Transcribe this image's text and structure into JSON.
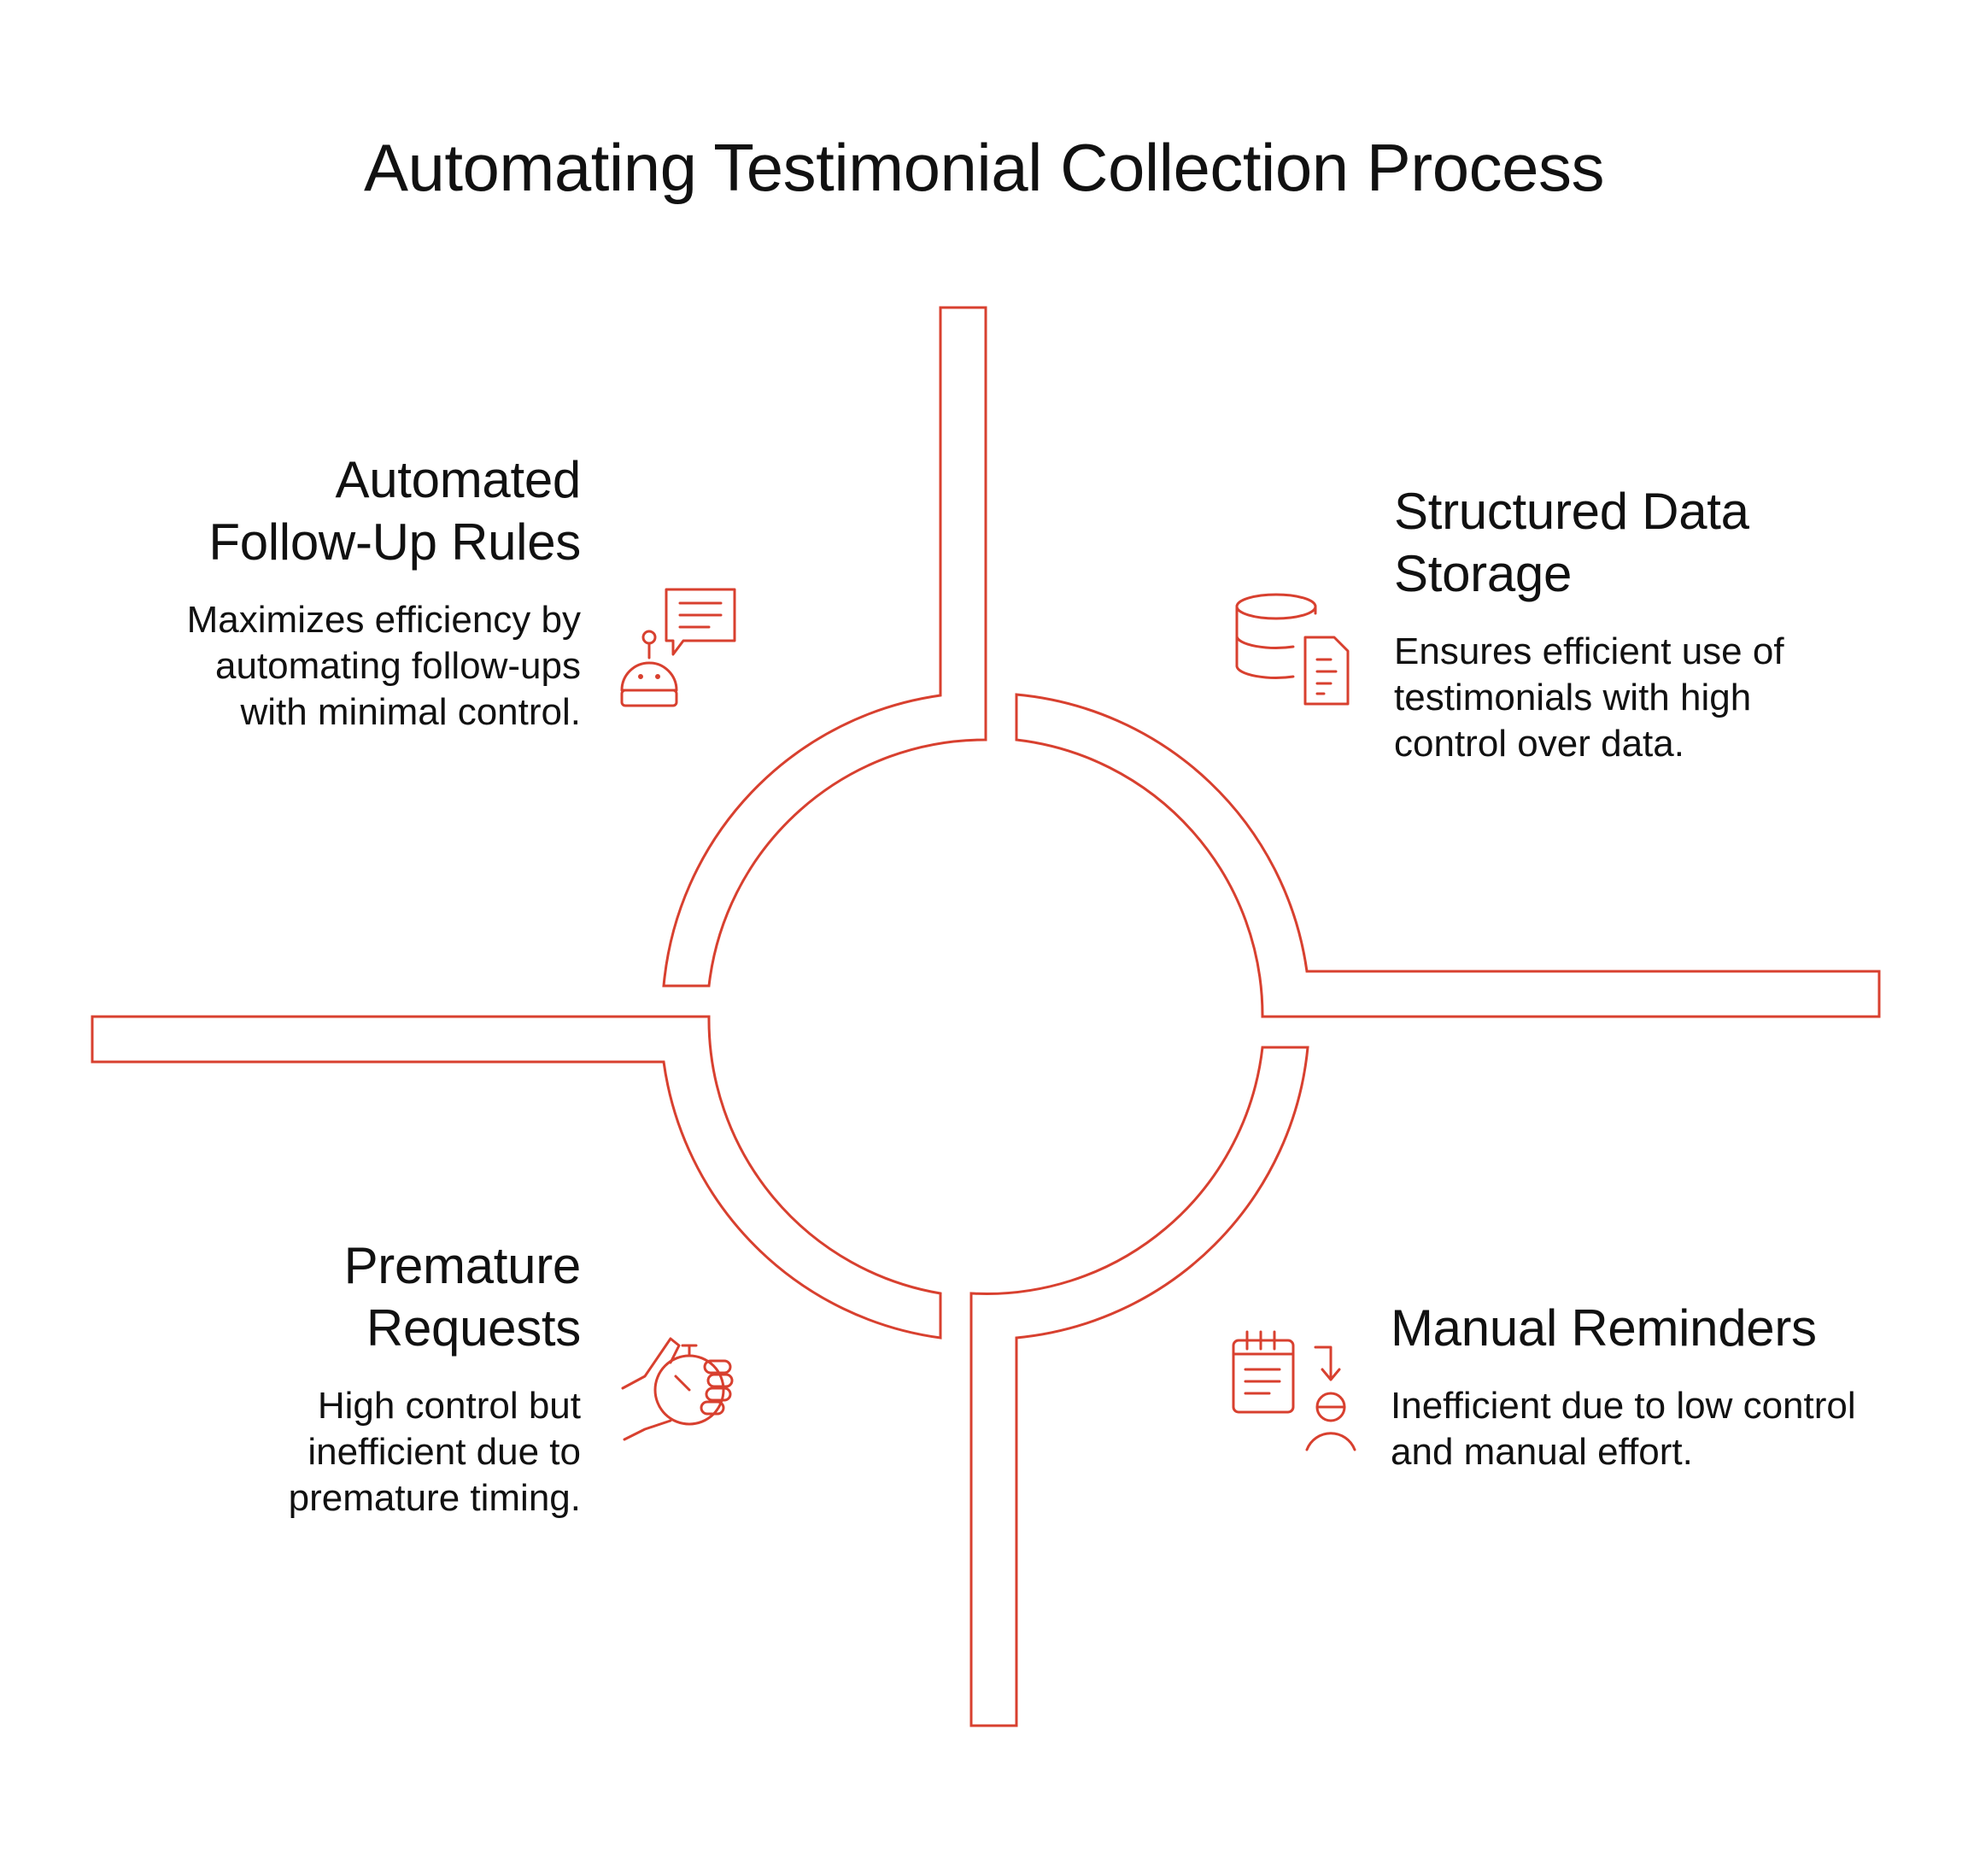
{
  "title": "Automating Testimonial Collection Process",
  "colors": {
    "accent": "#d8402f",
    "text": "#111111",
    "background": "#ffffff"
  },
  "quadrants": {
    "top_left": {
      "title": "Automated Follow-Up Rules",
      "description": "Maximizes efficiency by automating follow-ups with minimal control.",
      "icon": "robot-chat-icon"
    },
    "top_right": {
      "title": "Structured Data Storage",
      "description": "Ensures efficient use of testimonials with high control over data.",
      "icon": "database-document-icon"
    },
    "bottom_left": {
      "title": "Premature Requests",
      "description": "High control but inefficient due to premature timing.",
      "icon": "hand-stopwatch-icon"
    },
    "bottom_right": {
      "title": "Manual Reminders",
      "description": "Inefficient due to low control and manual effort.",
      "icon": "calendar-person-icon"
    }
  }
}
